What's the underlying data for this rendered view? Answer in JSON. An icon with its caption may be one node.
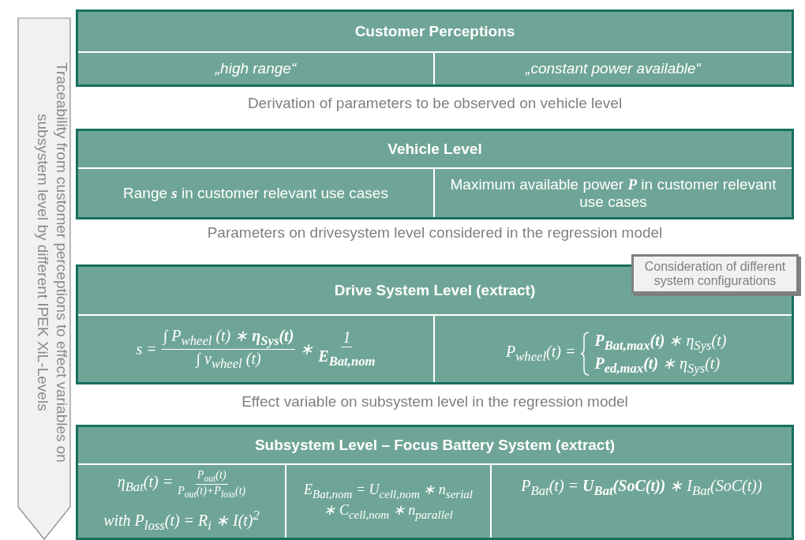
{
  "diagram": {
    "nodes": [
      {
        "text": [
          "Customer Perceptions"
        ]
      },
      {
        "text": [
          "„high range“"
        ],
        "in": 0
      },
      {
        "text": [
          "„constant power available“"
        ],
        "in": 0
      },
      {
        "text": [
          "Vehicle Level"
        ]
      },
      {
        "text": [
          "Range **s** in customer relevant use cases"
        ],
        "in": 3
      },
      {
        "text": [
          "Maximum available power **P** in customer relevant use cases"
        ],
        "in": 3
      },
      {
        "text": [
          "Drive System Level (extract)"
        ]
      },
      {
        "text": [
          "s =",
          "∫ P$_{wheel}$ (t) ∗ **η$_{Sys}$(t)**",
          "∫ v$_{wheel}$ (t)",
          "∗",
          "1",
          "**E$_{Bat,nom}$**"
        ],
        "in": 6
      },
      {
        "text": [
          "P$_{wheel}$(t) =",
          "**P$_{Bat,max}$(t)** ∗ η$_{Sys}$(t)",
          "**P$_{ed,max}$(t)** ∗ η$_{Sys}$(t)"
        ],
        "in": 6
      },
      {
        "text": [
          "Subsystem Level – Focus Battery System (extract)"
        ]
      },
      {
        "text": [
          "η$_{Bat}$(t) =",
          "P$_{out}$(t)",
          "P$_{out}$(t)+P$_{loss}$(t)",
          "with P$_{loss}$(t) = R$_{i}$ ∗ I(t)$^{2}$"
        ],
        "in": 9
      },
      {
        "text": [
          "E$_{Bat,nom}$ = U$_{cell,nom}$ ∗ n$_{serial}$ ∗ C$_{cell,nom}$ ∗ n$_{parallel}$"
        ],
        "in": 9
      },
      {
        "text": [
          "P$_{Bat}$(t) = **U$_{Bat}$(SoC(t))** ∗ I$_{Bat}$(SoC(t))"
        ],
        "in": 9
      },
      {
        "text": [
          "Traceability from customer perceptions to effect variables on subsystem level by different IPEK XiL-Levels"
        ]
      },
      {
        "text": [
          "Consideration of different system configurations"
        ]
      }
    ],
    "labels": [
      "Derivation of parameters to be observed on vehicle level",
      "Parameters on drivesystem level considered in the regression model",
      "Effect variable on subsystem level in the regression model"
    ]
  }
}
